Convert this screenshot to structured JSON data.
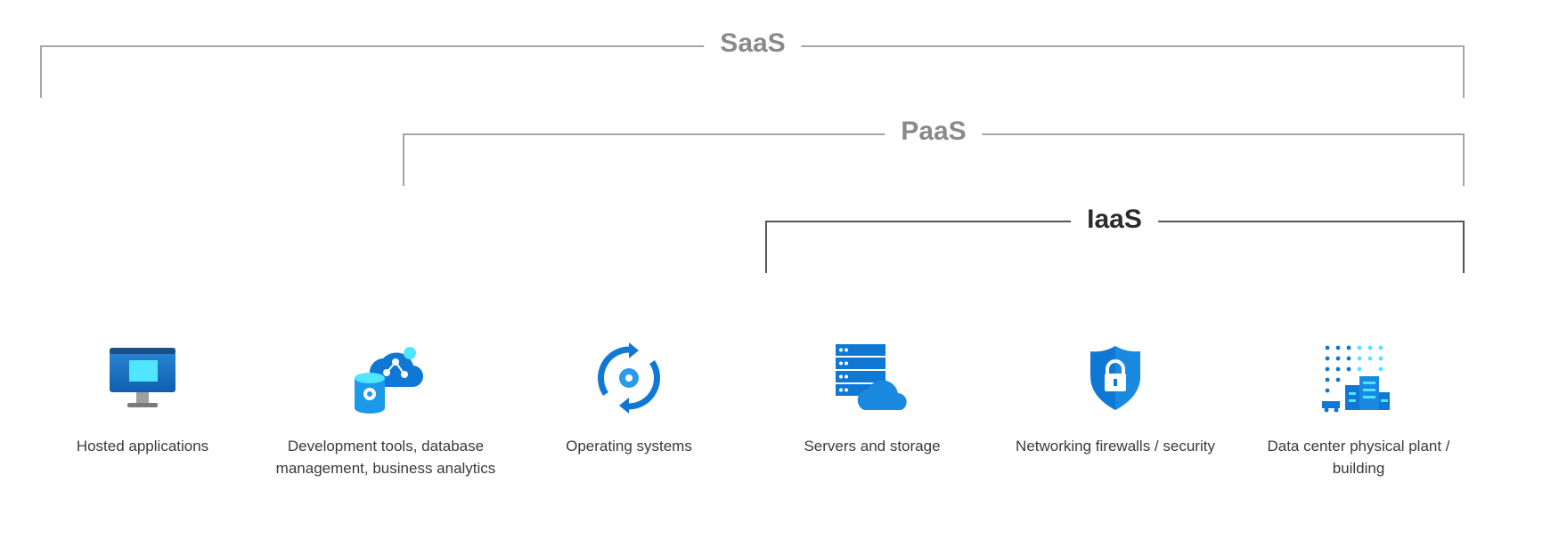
{
  "tiers": {
    "saas": "SaaS",
    "paas": "PaaS",
    "iaas": "IaaS"
  },
  "services": [
    {
      "label": "Hosted applications",
      "icon": "monitor-icon"
    },
    {
      "label": "Development tools, database management, business analytics",
      "icon": "database-analytics-icon"
    },
    {
      "label": "Operating systems",
      "icon": "os-refresh-gear-icon"
    },
    {
      "label": "Servers and storage",
      "icon": "server-cloud-icon"
    },
    {
      "label": "Networking firewalls / security",
      "icon": "shield-lock-icon"
    },
    {
      "label": "Data center physical plant / building",
      "icon": "datacenter-building-icon"
    }
  ],
  "colors": {
    "bracket_muted": "#a6a6a6",
    "bracket_strong": "#555555",
    "azure_blue": "#0f78d4",
    "azure_light": "#50e6ff"
  }
}
